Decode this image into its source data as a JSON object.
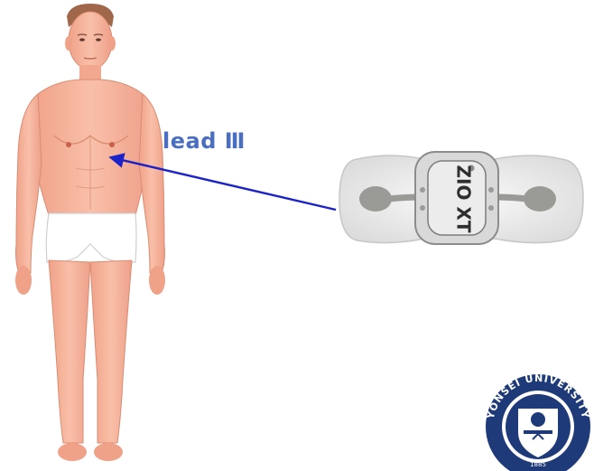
{
  "figure": {
    "lead_label": "lead Ⅲ",
    "arrow_color": "#1a22c8",
    "skin_color": "#f6b49c",
    "device_brand": "ZIO XT",
    "logo_text": "YONSEI UNIVERSITY",
    "logo_year": "1885"
  }
}
